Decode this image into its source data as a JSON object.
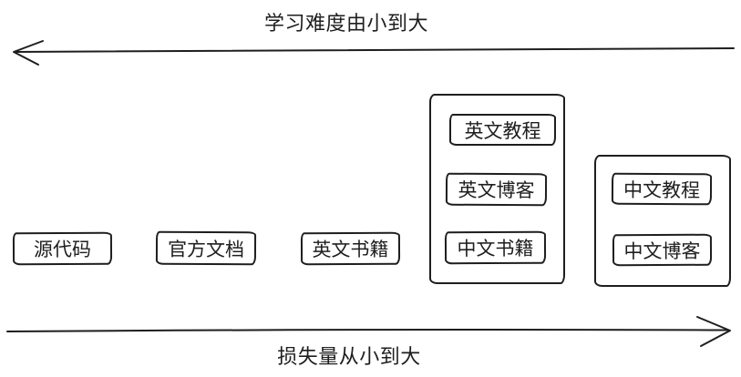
{
  "colors": {
    "background": "#ffffff",
    "stroke": "#1e1e1e",
    "text": "#1e1e1e"
  },
  "axes": {
    "top": {
      "label": "学习难度由小到大",
      "arrow_direction": "left"
    },
    "bottom": {
      "label": "损失量从小到大",
      "arrow_direction": "right"
    }
  },
  "nodes": [
    {
      "label": "源代码"
    },
    {
      "label": "官方文档"
    },
    {
      "label": "英文书籍"
    }
  ],
  "groups": [
    {
      "items": [
        {
          "label": "英文教程"
        },
        {
          "label": "英文博客"
        },
        {
          "label": "中文书籍"
        }
      ]
    },
    {
      "items": [
        {
          "label": "中文教程"
        },
        {
          "label": "中文博客"
        }
      ]
    }
  ]
}
